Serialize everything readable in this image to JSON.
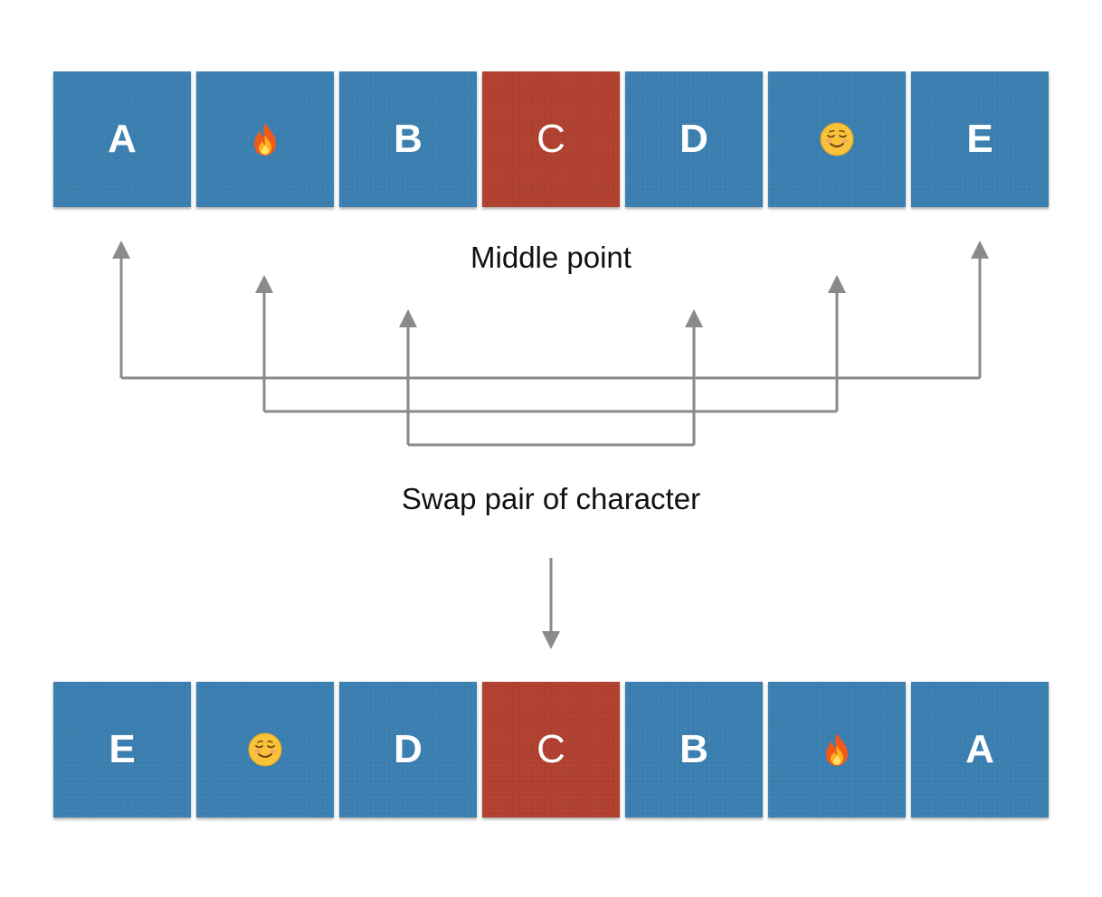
{
  "top_row": [
    {
      "text": "A",
      "kind": "letter",
      "color": "#3a7fb0"
    },
    {
      "text": "",
      "kind": "emoji",
      "icon": "fire-icon",
      "color": "#3a7fb0"
    },
    {
      "text": "B",
      "kind": "letter",
      "color": "#3a7fb0"
    },
    {
      "text": "C",
      "kind": "letter",
      "color": "#b0402f"
    },
    {
      "text": "D",
      "kind": "letter",
      "color": "#3a7fb0"
    },
    {
      "text": "",
      "kind": "emoji",
      "icon": "smiling-face-icon",
      "color": "#3a7fb0"
    },
    {
      "text": "E",
      "kind": "letter",
      "color": "#3a7fb0"
    }
  ],
  "bottom_row": [
    {
      "text": "E",
      "kind": "letter",
      "color": "#3a7fb0"
    },
    {
      "text": "",
      "kind": "emoji",
      "icon": "smiling-face-icon",
      "color": "#3a7fb0"
    },
    {
      "text": "D",
      "kind": "letter",
      "color": "#3a7fb0"
    },
    {
      "text": "C",
      "kind": "letter",
      "color": "#b0402f"
    },
    {
      "text": "B",
      "kind": "letter",
      "color": "#3a7fb0"
    },
    {
      "text": "",
      "kind": "emoji",
      "icon": "fire-icon",
      "color": "#3a7fb0"
    },
    {
      "text": "A",
      "kind": "letter",
      "color": "#3a7fb0"
    }
  ],
  "labels": {
    "middle": "Middle point",
    "swap": "Swap pair of character"
  },
  "colors": {
    "cell_blue": "#3a7fb0",
    "cell_middle": "#b0402f",
    "connector": "#8a8a8a"
  },
  "swap_pairs": [
    [
      0,
      6
    ],
    [
      1,
      5
    ],
    [
      2,
      4
    ]
  ]
}
